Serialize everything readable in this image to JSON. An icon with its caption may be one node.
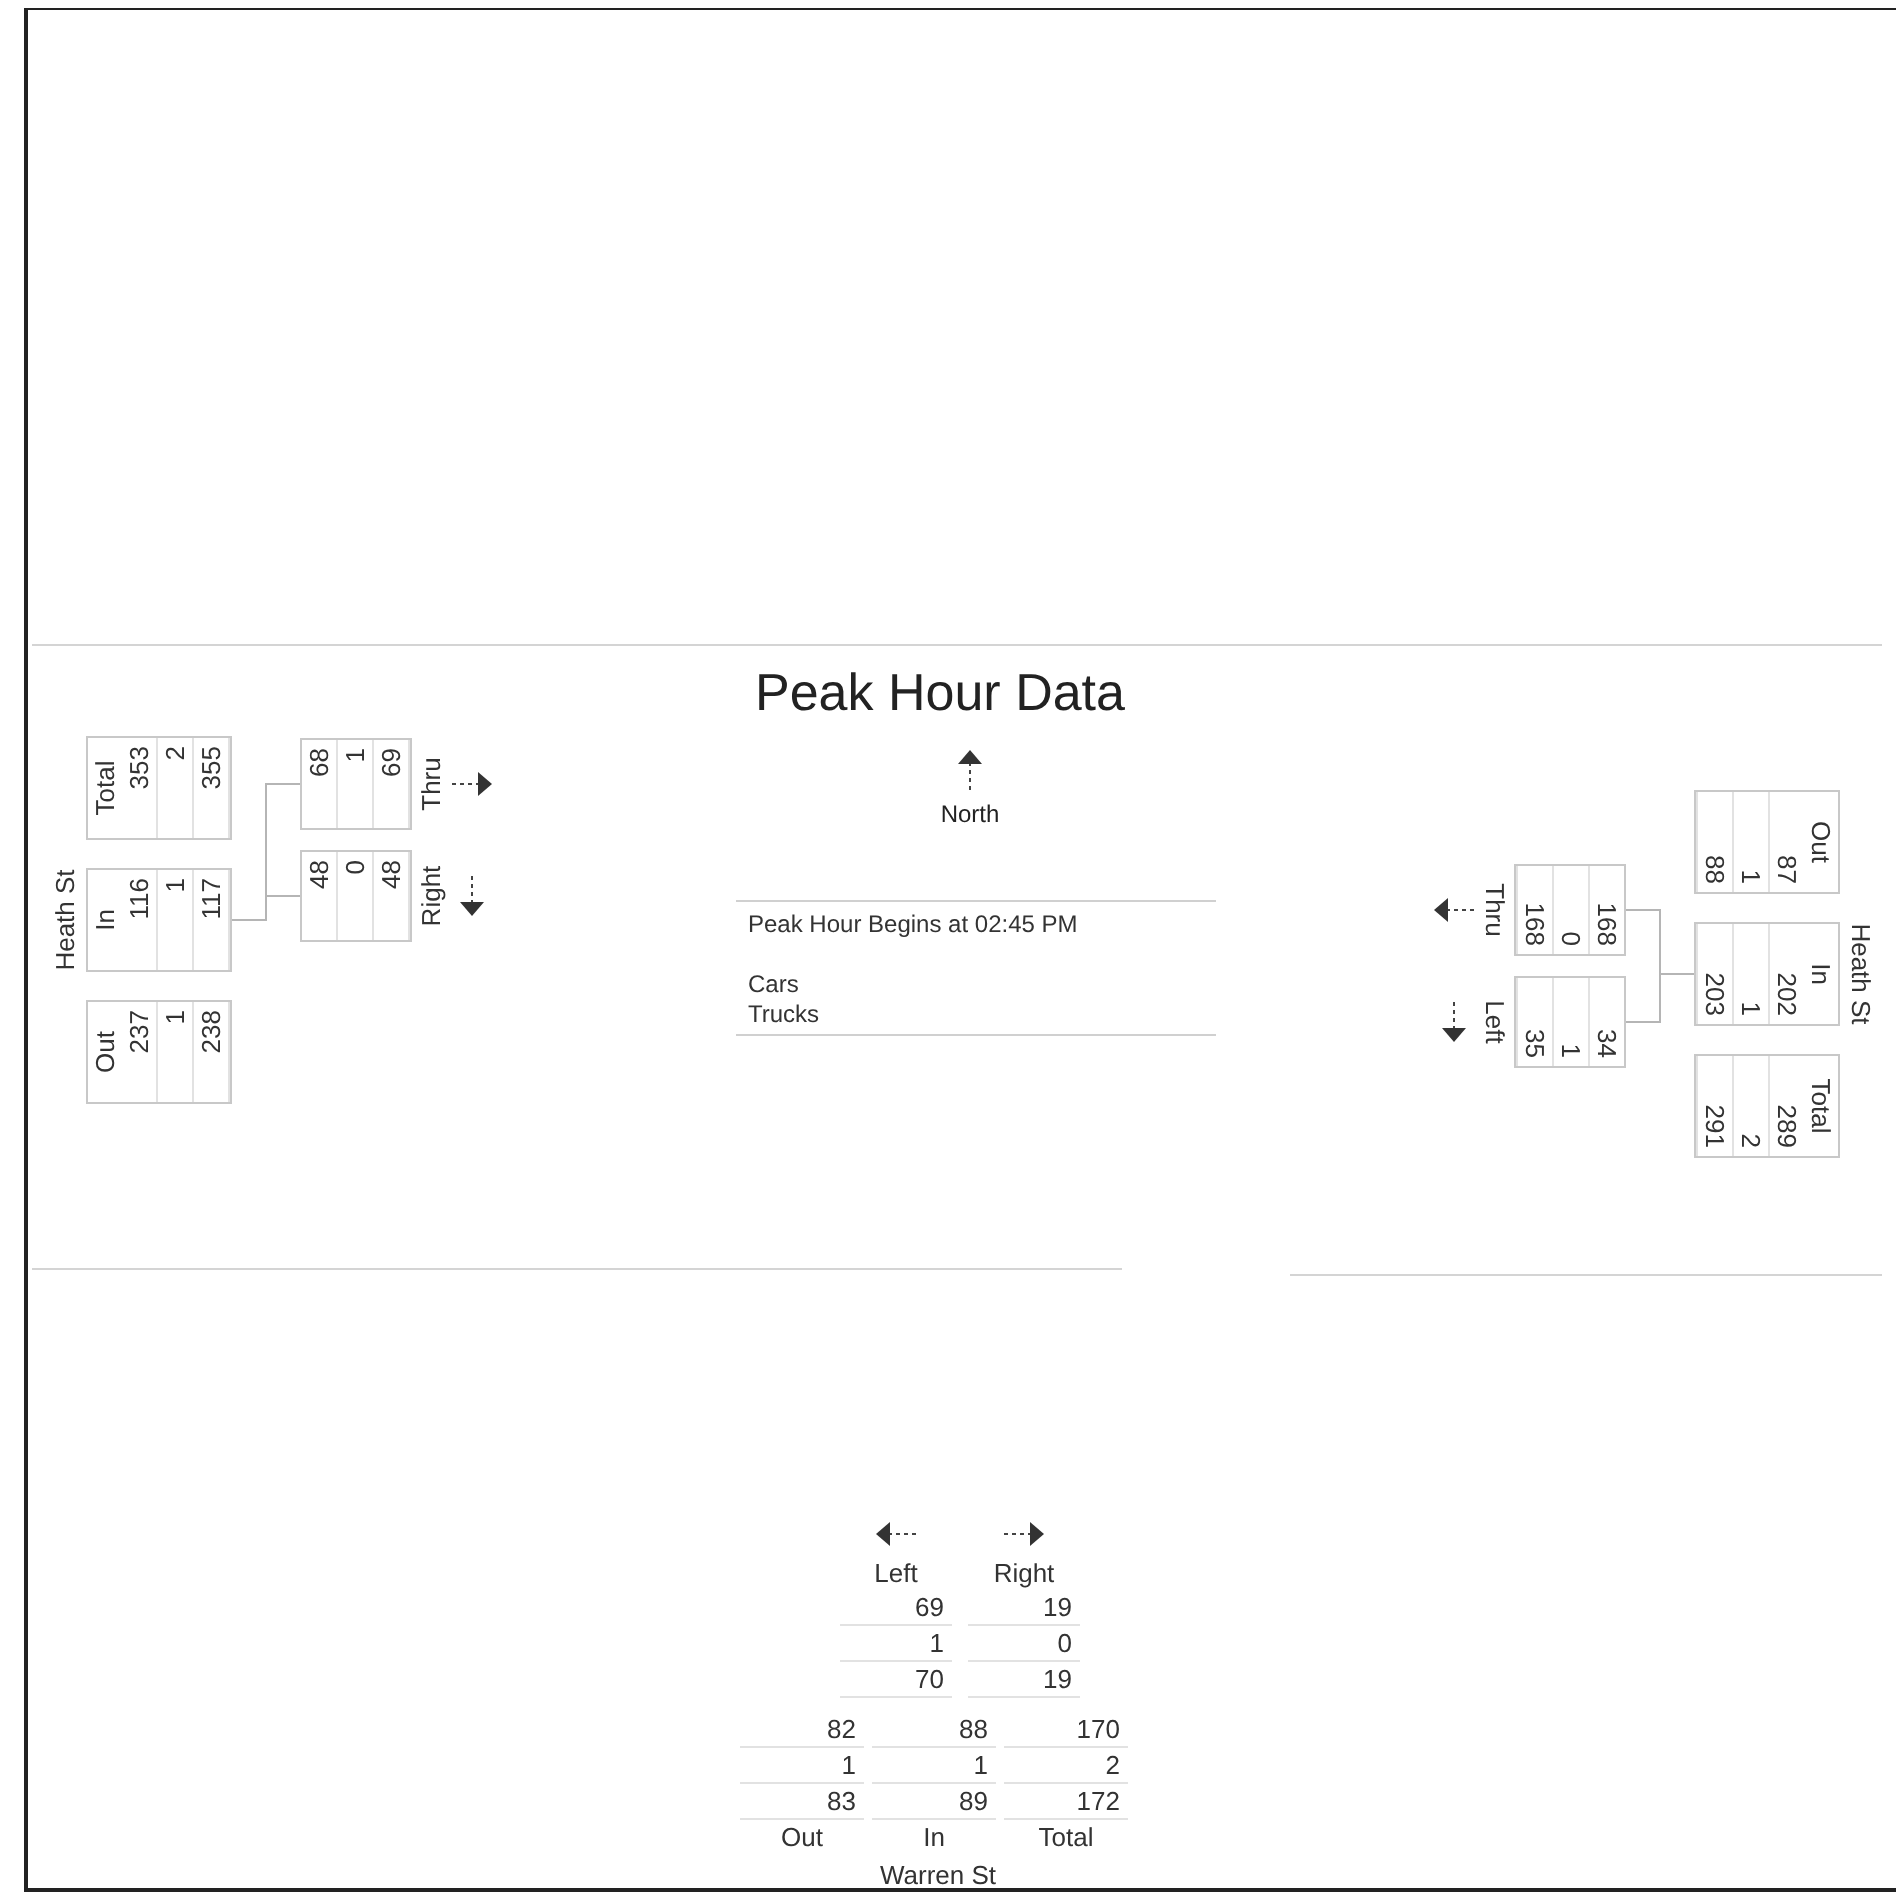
{
  "diagram": {
    "title": "Peak Hour Data",
    "nodes": [
      {
        "text": [
          "Out",
          "237",
          "1",
          "238"
        ]
      },
      {
        "text": [
          "In",
          "116",
          "1",
          "117"
        ]
      },
      {
        "text": [
          "Total",
          "353",
          "2",
          "355"
        ]
      },
      {
        "text": [
          "68",
          "1",
          "69"
        ],
        "beside": [
          "Thru"
        ]
      },
      {
        "text": [
          "48",
          "0",
          "48"
        ],
        "beside": [
          "Right"
        ]
      },
      {
        "text": [
          "Out",
          "87",
          "1",
          "88"
        ]
      },
      {
        "text": [
          "In",
          "202",
          "1",
          "203"
        ]
      },
      {
        "text": [
          "Total",
          "289",
          "2",
          "291"
        ]
      },
      {
        "text": [
          "168",
          "0",
          "168"
        ],
        "beside": [
          "Thru"
        ]
      },
      {
        "text": [
          "34",
          "1",
          "35"
        ],
        "beside": [
          "Left"
        ]
      },
      {
        "text": [
          "Peak Hour Begins at 02:45 PM",
          "Cars",
          "Trucks"
        ]
      },
      {
        "text": [
          "Left",
          "69",
          "1",
          "70"
        ]
      },
      {
        "text": [
          "Right",
          "19",
          "0",
          "19"
        ]
      },
      {
        "text": [
          "82",
          "1",
          "83",
          "Out"
        ]
      },
      {
        "text": [
          "88",
          "1",
          "89",
          "In"
        ]
      },
      {
        "text": [
          "170",
          "2",
          "172",
          "Total"
        ]
      }
    ],
    "edges": [
      {
        "from": 1,
        "to": 3,
        "arrow": "none"
      },
      {
        "from": 1,
        "to": 4,
        "arrow": "none"
      },
      {
        "from": 6,
        "to": 8,
        "arrow": "none"
      },
      {
        "from": 6,
        "to": 9,
        "arrow": "none"
      }
    ],
    "labels": [
      "Heath St",
      "North",
      "Heath St",
      "Warren St"
    ]
  }
}
